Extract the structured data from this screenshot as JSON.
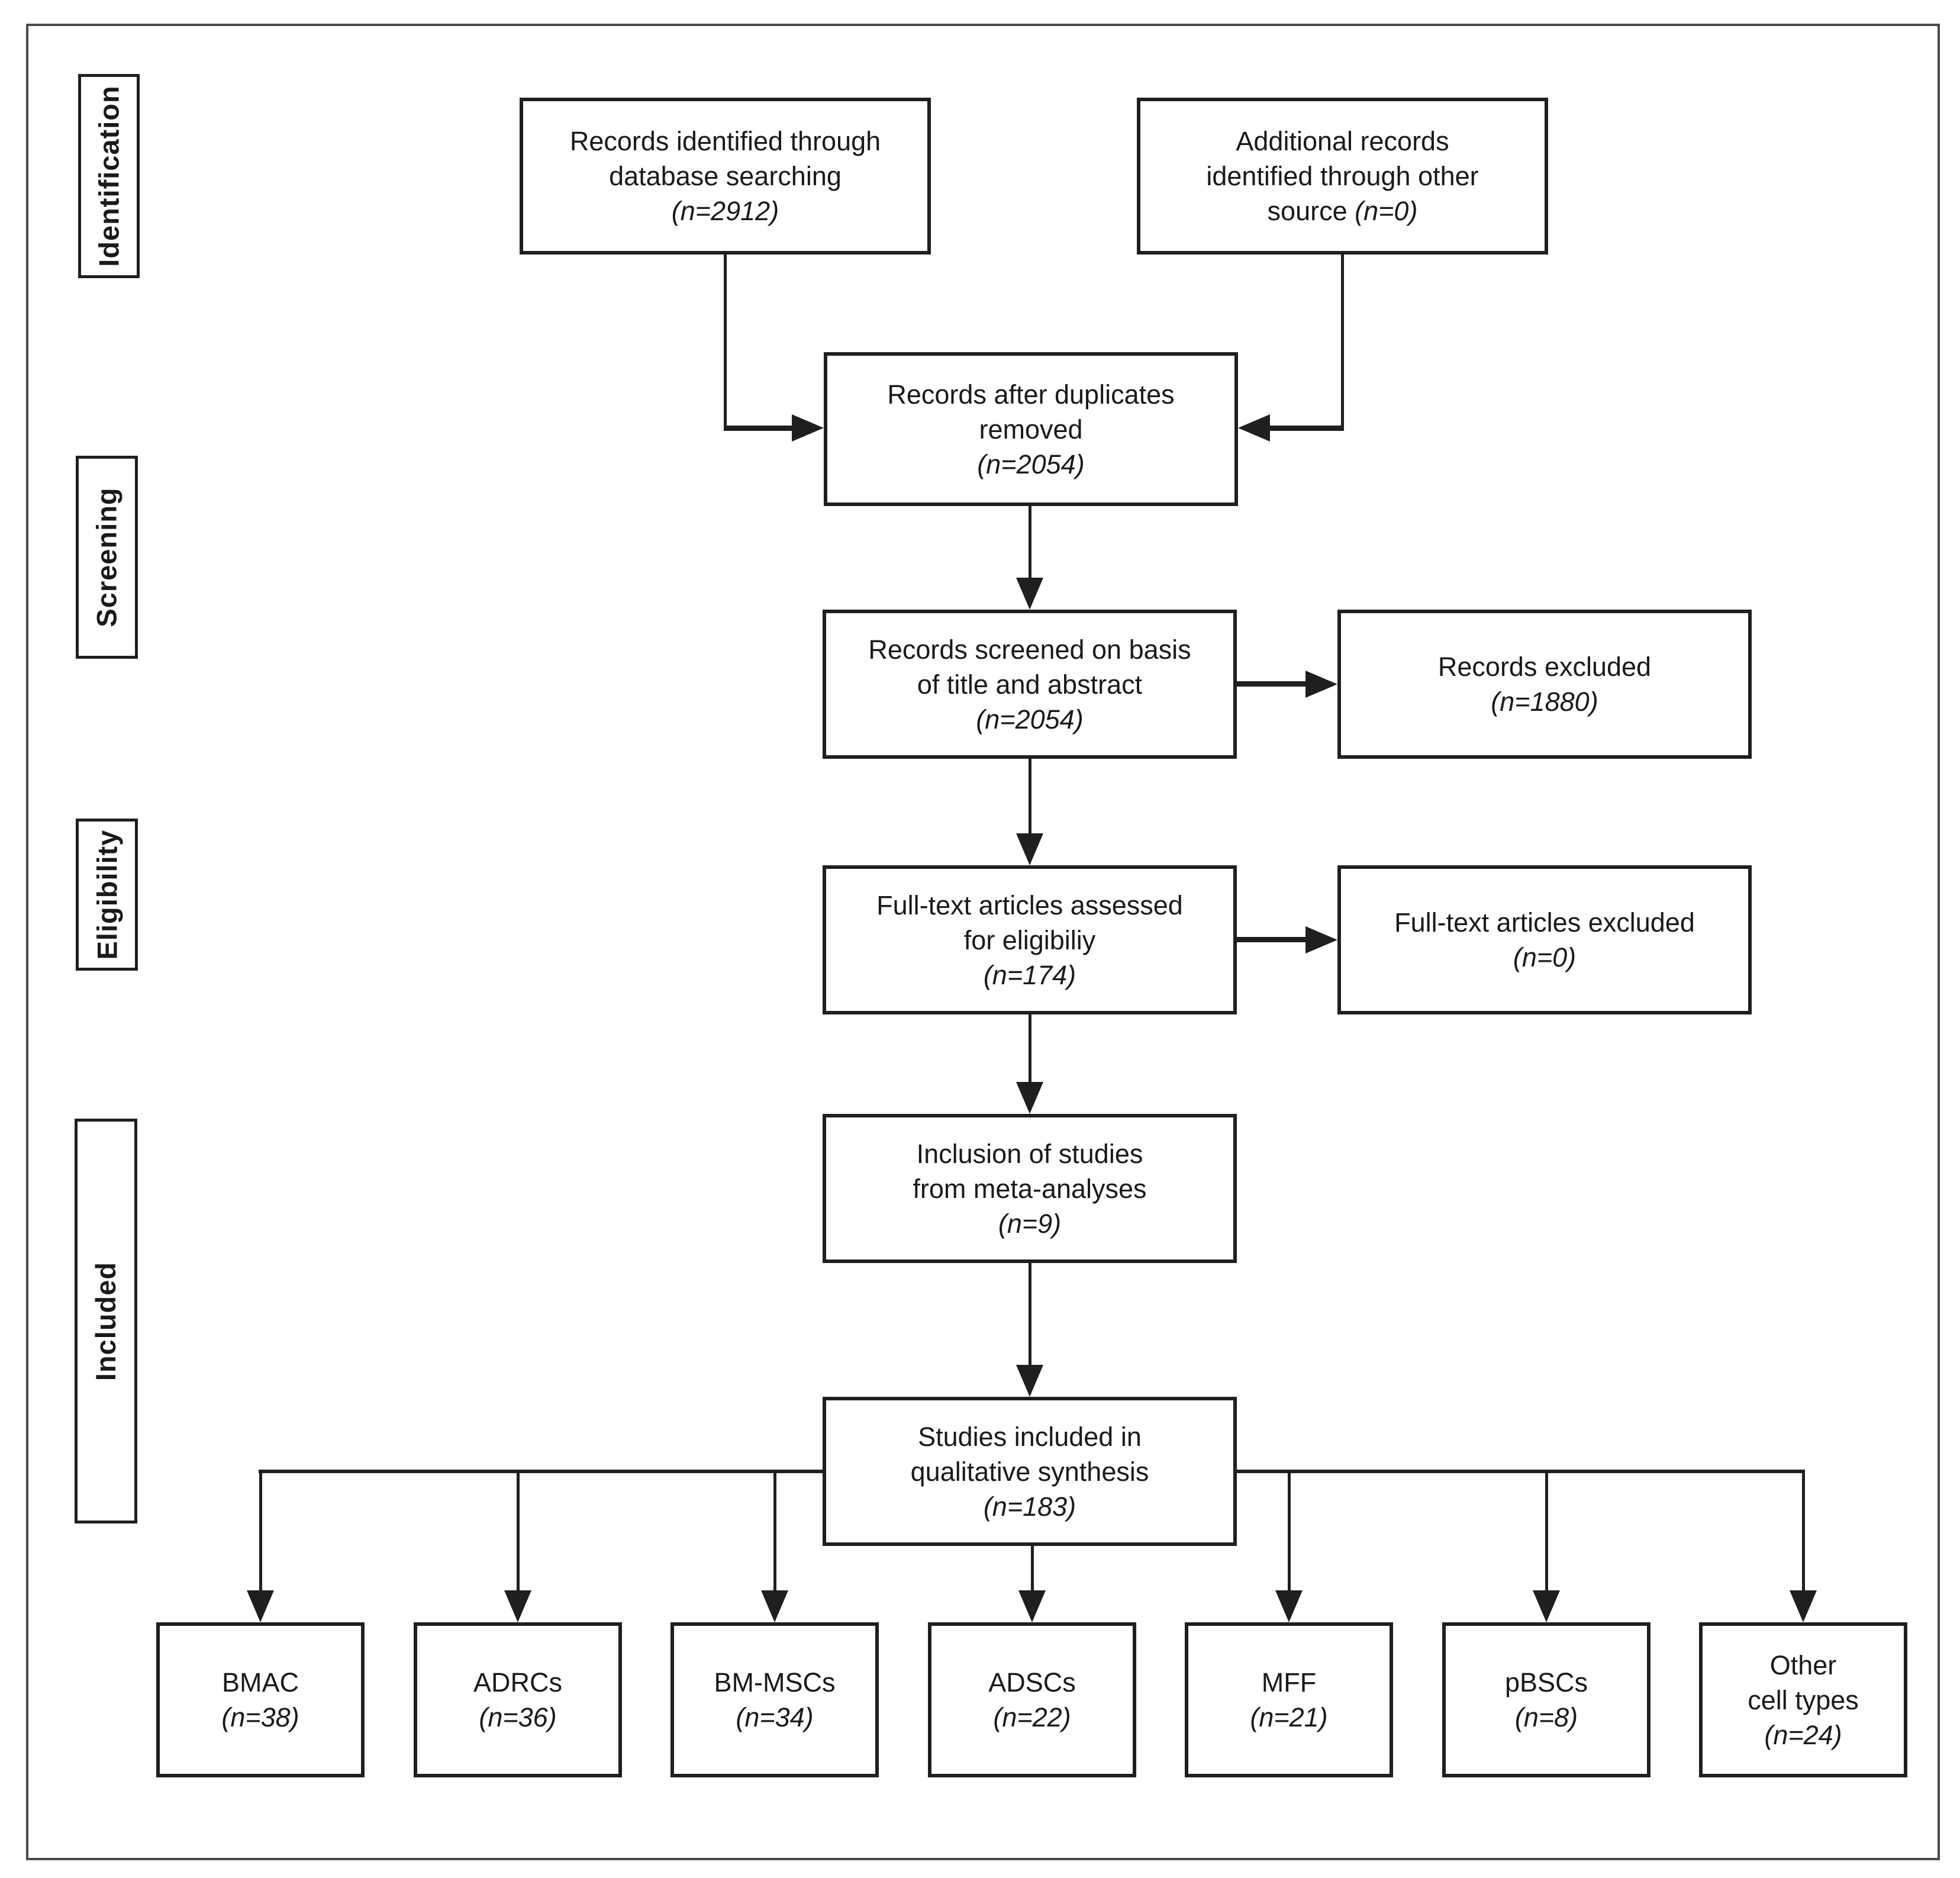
{
  "figure_type": "PRISMA flow diagram",
  "colors": {
    "background": "#ffffff",
    "line": "#1f1f1f",
    "text": "#1a1a1a",
    "frame": "#4a4a4a"
  },
  "stage_labels": [
    {
      "id": "identification",
      "label": "Identification"
    },
    {
      "id": "screening",
      "label": "Screening"
    },
    {
      "id": "eligibility",
      "label": "Eligibility"
    },
    {
      "id": "included",
      "label": "Included"
    }
  ],
  "boxes": [
    {
      "id": "records-identified",
      "lines": [
        [
          {
            "t": "Records identified through"
          }
        ],
        [
          {
            "t": "database searching"
          }
        ],
        [
          {
            "t": "(n=2912)",
            "i": true
          }
        ]
      ]
    },
    {
      "id": "additional-records",
      "lines": [
        [
          {
            "t": "Additional records"
          }
        ],
        [
          {
            "t": "identified through other"
          }
        ],
        [
          {
            "t": "source "
          },
          {
            "t": "(n=0)",
            "i": true
          }
        ]
      ]
    },
    {
      "id": "duplicates-removed",
      "lines": [
        [
          {
            "t": "Records after duplicates"
          }
        ],
        [
          {
            "t": "removed"
          }
        ],
        [
          {
            "t": "(n=2054)",
            "i": true
          }
        ]
      ]
    },
    {
      "id": "records-screened",
      "lines": [
        [
          {
            "t": "Records screened on basis"
          }
        ],
        [
          {
            "t": "of title and abstract"
          }
        ],
        [
          {
            "t": "(n=2054)",
            "i": true
          }
        ]
      ]
    },
    {
      "id": "records-excluded",
      "lines": [
        [
          {
            "t": "Records excluded"
          }
        ],
        [
          {
            "t": "(n=1880)",
            "i": true
          }
        ]
      ]
    },
    {
      "id": "fulltext-assessed",
      "lines": [
        [
          {
            "t": "Full-text articles assessed"
          }
        ],
        [
          {
            "t": "for eligibiliy"
          }
        ],
        [
          {
            "t": "(n=174)",
            "i": true
          }
        ]
      ]
    },
    {
      "id": "fulltext-excluded",
      "lines": [
        [
          {
            "t": "Full-text articles excluded"
          }
        ],
        [
          {
            "t": "(n=0)",
            "i": true
          }
        ]
      ]
    },
    {
      "id": "inclusion-meta",
      "lines": [
        [
          {
            "t": "Inclusion of studies"
          }
        ],
        [
          {
            "t": "from meta-analyses"
          }
        ],
        [
          {
            "t": "(n=9)",
            "i": true
          }
        ]
      ]
    },
    {
      "id": "studies-included",
      "lines": [
        [
          {
            "t": "Studies included in"
          }
        ],
        [
          {
            "t": "qualitative synthesis"
          }
        ],
        [
          {
            "t": "(n=183)",
            "i": true
          }
        ]
      ]
    },
    {
      "id": "bmac",
      "lines": [
        [
          {
            "t": "BMAC"
          }
        ],
        [
          {
            "t": "(n=38)",
            "i": true
          }
        ]
      ]
    },
    {
      "id": "adrcs",
      "lines": [
        [
          {
            "t": "ADRCs"
          }
        ],
        [
          {
            "t": "(n=36)",
            "i": true
          }
        ]
      ]
    },
    {
      "id": "bm-mscs",
      "lines": [
        [
          {
            "t": "BM-MSCs"
          }
        ],
        [
          {
            "t": "(n=34)",
            "i": true
          }
        ]
      ]
    },
    {
      "id": "adscs",
      "lines": [
        [
          {
            "t": "ADSCs"
          }
        ],
        [
          {
            "t": "(n=22)",
            "i": true
          }
        ]
      ]
    },
    {
      "id": "mff",
      "lines": [
        [
          {
            "t": "MFF"
          }
        ],
        [
          {
            "t": "(n=21)",
            "i": true
          }
        ]
      ]
    },
    {
      "id": "pbscs",
      "lines": [
        [
          {
            "t": "pBSCs"
          }
        ],
        [
          {
            "t": "(n=8)",
            "i": true
          }
        ]
      ]
    },
    {
      "id": "other-cell-types",
      "lines": [
        [
          {
            "t": "Other"
          }
        ],
        [
          {
            "t": "cell types"
          }
        ],
        [
          {
            "t": "(n=24)",
            "i": true
          }
        ]
      ]
    }
  ]
}
